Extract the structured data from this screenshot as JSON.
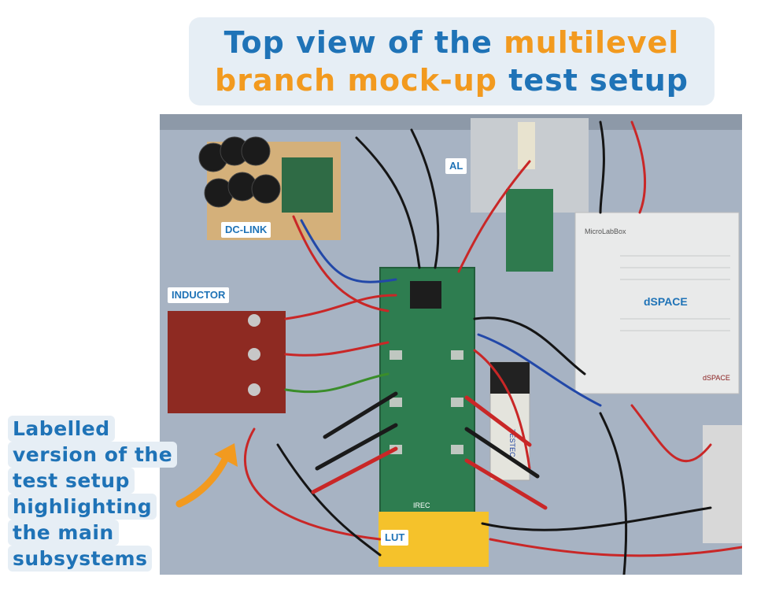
{
  "title": {
    "line1_part1": "Top view of the ",
    "line1_part2": "multilevel",
    "line2_part1": "branch mock-up",
    "line2_part2": " test setup"
  },
  "labels": {
    "dc_link": "DC-LINK",
    "al": "AL",
    "inductor": "INDUCTOR",
    "dspace": "dSPACE",
    "lut": "LUT"
  },
  "device_text": {
    "microlabbox": "MicroLabBox",
    "dspace_brand": "dSPACE",
    "testec": "TESTEC",
    "irec": "IREC"
  },
  "caption": {
    "lines": [
      "Labelled",
      "version of the",
      "test setup",
      "highlighting",
      "the main",
      "subsystems"
    ]
  },
  "colors": {
    "accent_blue": "#1f73b7",
    "accent_orange": "#f29a1f",
    "box_bg": "#e6eef5"
  }
}
